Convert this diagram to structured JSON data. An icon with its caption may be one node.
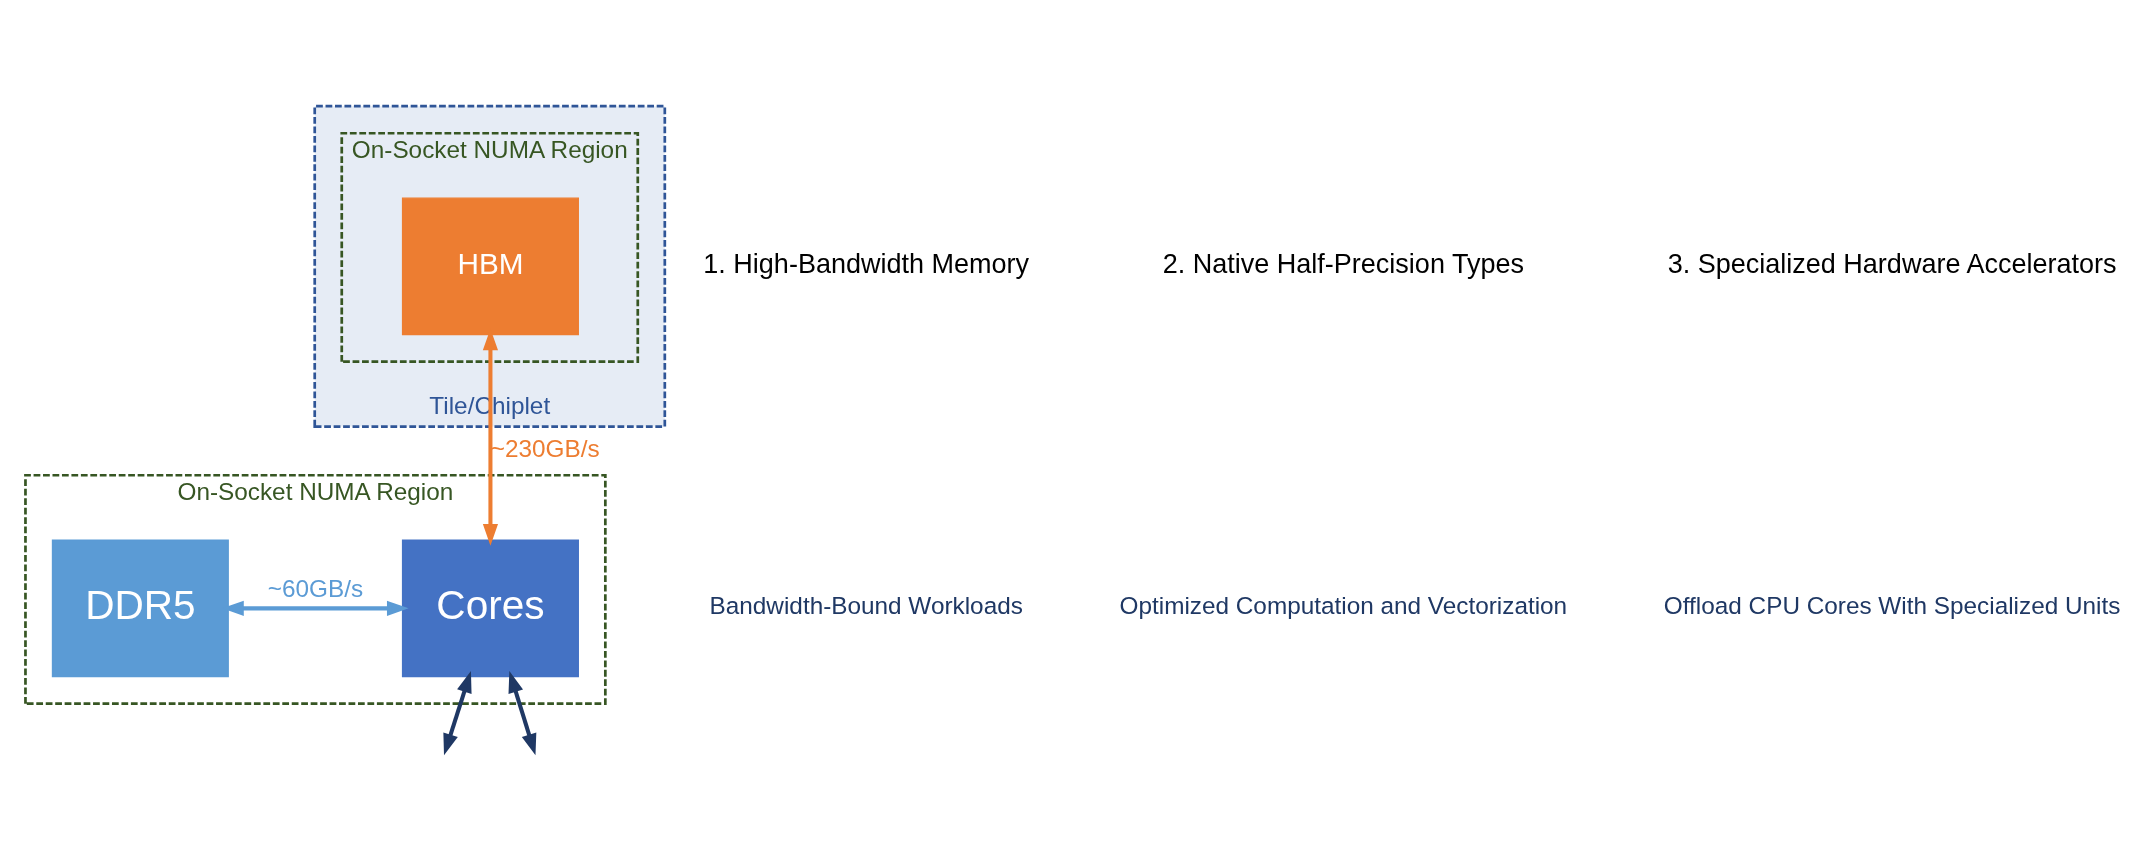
{
  "diagram": {
    "nodes": [
      {
        "text": [
          "Tile/Chiplet"
        ]
      },
      {
        "text": [
          "On-Socket NUMA Region"
        ],
        "in": 0
      },
      {
        "text": [
          "HBM"
        ],
        "in": 1
      },
      {
        "text": [
          "On-Socket NUMA Region"
        ]
      },
      {
        "text": [
          "DDR5"
        ],
        "in": 3
      },
      {
        "text": [
          "Cores"
        ],
        "in": 3
      }
    ],
    "edges": [
      {
        "from": 2,
        "to": 5,
        "arrow": "both",
        "label": "~230GB/s",
        "color": "#ed7d31"
      },
      {
        "from": 4,
        "to": 5,
        "arrow": "both",
        "label": "~60GB/s",
        "color": "#5b9bd5"
      },
      {
        "from": 5,
        "to": null,
        "arrow": "both"
      },
      {
        "from": 5,
        "to": null,
        "arrow": "both"
      }
    ],
    "labels": [
      "1. High-Bandwidth Memory",
      "Bandwidth-Bound Workloads",
      "2. Native Half-Precision Types",
      "Optimized Computation and Vectorization",
      "3. Specialized Hardware Accelerators",
      "Offload CPU Cores With Specialized Units"
    ]
  }
}
